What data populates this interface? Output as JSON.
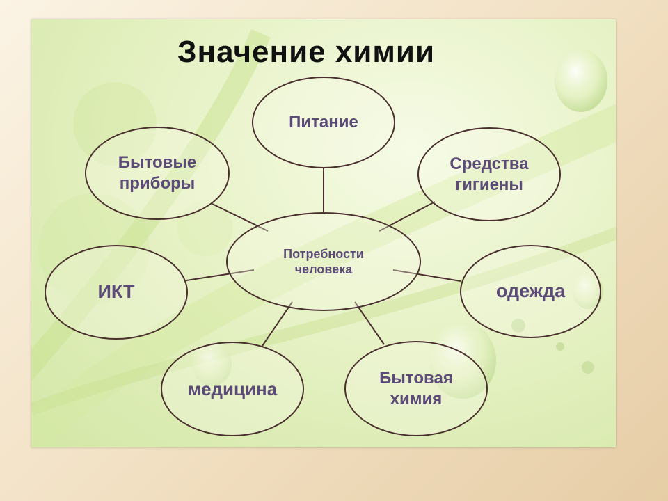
{
  "title": "Значение химии",
  "center": "Потребности\nчеловека",
  "nodes": {
    "nutrition": "Питание",
    "appliances": "Бытовые\nприборы",
    "hygiene": "Средства\nгигиены",
    "ict": "ИКТ",
    "clothing": "одежда",
    "medicine": "медицина",
    "household_chemistry": "Бытовая\nхимия"
  },
  "colors": {
    "node_text": "#5c4a78",
    "outline": "#4a2f2f",
    "title": "#111111"
  }
}
